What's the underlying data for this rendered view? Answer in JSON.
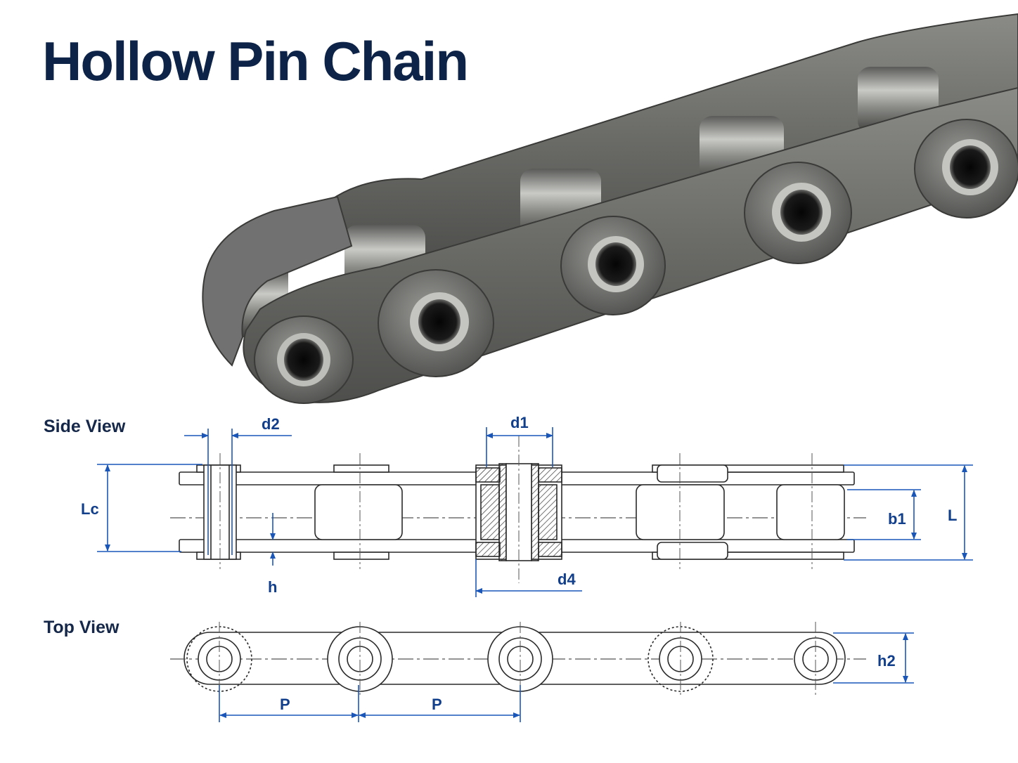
{
  "title": "Hollow Pin Chain",
  "views": {
    "side": "Side View",
    "top": "Top View"
  },
  "dimensions": {
    "d2": "d2",
    "d1": "d1",
    "lc": "Lc",
    "b1": "b1",
    "l": "L",
    "h": "h",
    "d4": "d4",
    "h2": "h2",
    "p1": "P",
    "p2": "P"
  },
  "colors": {
    "title": "#0d2347",
    "dimension": "#1a56b8",
    "linework": "#2a2a2a",
    "steel": "#6e6f6c"
  }
}
